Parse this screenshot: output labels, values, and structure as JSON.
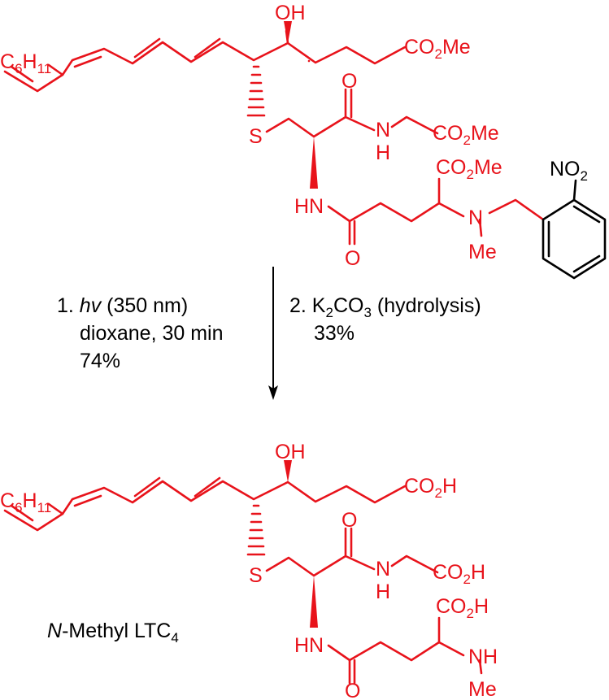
{
  "top": {
    "oh": "OH",
    "ester_co2": "CO",
    "ester_2": "2",
    "ester_me": "Me",
    "c6h11_c": "C",
    "c6h11_6": "6",
    "c6h11_h": "H",
    "c6h11_11": "11",
    "s": "S",
    "o_amide": "O",
    "nh_n": "N",
    "nh_h": "H",
    "gly_co2": "CO",
    "gly_2": "2",
    "gly_me": "Me",
    "glu_co2": "CO",
    "glu_2": "2",
    "glu_me": "Me",
    "hn": "HN",
    "o_glu": "O",
    "n_me_n": "N",
    "n_me_me": "Me",
    "no2_no": "NO",
    "no2_2": "2"
  },
  "conditions": {
    "step1_num": "1. ",
    "step1_hv": "hv",
    "step1_rest": " (350 nm)",
    "step1_line2": "dioxane, 30 min",
    "step1_line3": "74%",
    "step2_pre": "2. K",
    "step2_2": "2",
    "step2_co": "CO",
    "step2_3": "3",
    "step2_rest": " (hydrolysis)",
    "step2_line2": "33%"
  },
  "bottom": {
    "oh": "OH",
    "acid_co2": "CO",
    "acid_2": "2",
    "acid_h": "H",
    "c6h11_c": "C",
    "c6h11_6": "6",
    "c6h11_h": "H",
    "c6h11_11": "11",
    "s": "S",
    "o_amide": "O",
    "nh_n": "N",
    "nh_h": "H",
    "gly_co2": "CO",
    "gly_2": "2",
    "gly_h": "H",
    "glu_co2": "CO",
    "glu_2": "2",
    "glu_h": "H",
    "hn": "HN",
    "o_glu": "O",
    "nh2_nh": "NH",
    "nh2_me": "Me",
    "name_n": "N",
    "name_rest": "-Methyl LTC",
    "name_4": "4"
  }
}
